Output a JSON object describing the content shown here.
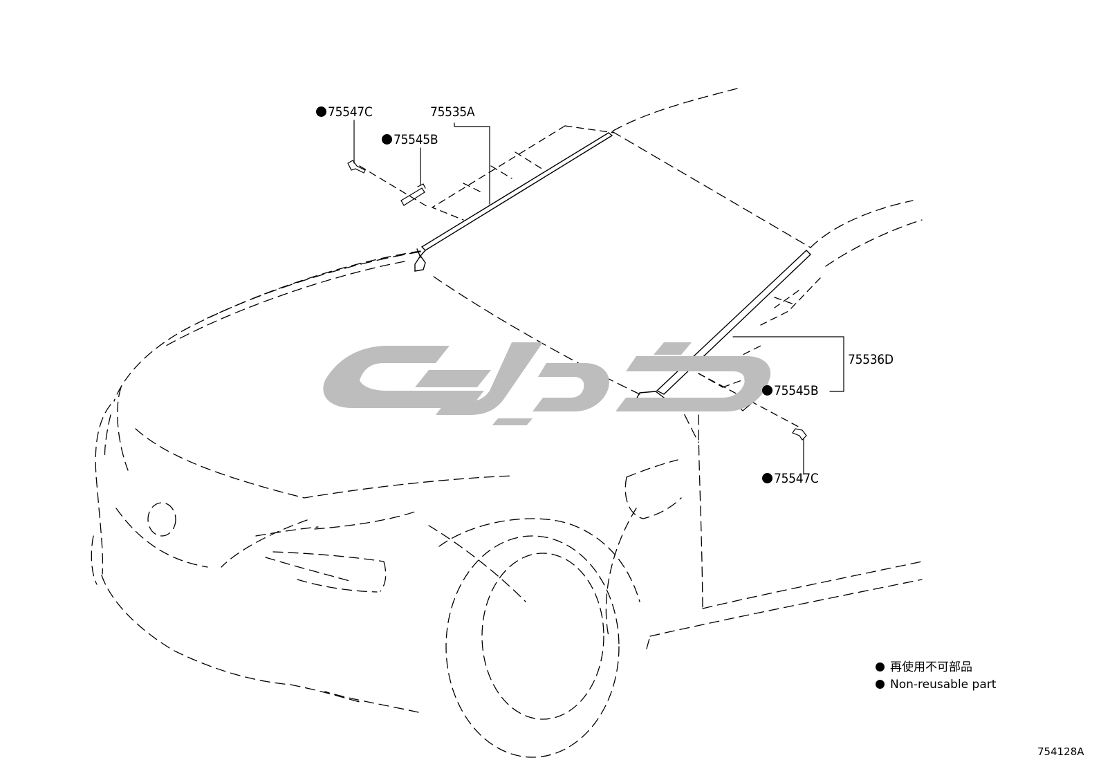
{
  "callouts": {
    "c_75547C_top": "75547C",
    "c_75535A": "75535A",
    "c_75545B_top": "75545B",
    "c_75536D": "75536D",
    "c_75545B_right": "75545B",
    "c_75547C_right": "75547C"
  },
  "legend": {
    "line1": "再使用不可部品",
    "line2": "Non-reusable part"
  },
  "diagram_id": "754128A",
  "watermark": {
    "color": "#bdbdbd",
    "text": "اتوپارت"
  },
  "colors": {
    "line": "#000000",
    "watermark": "#bdbdbd"
  }
}
